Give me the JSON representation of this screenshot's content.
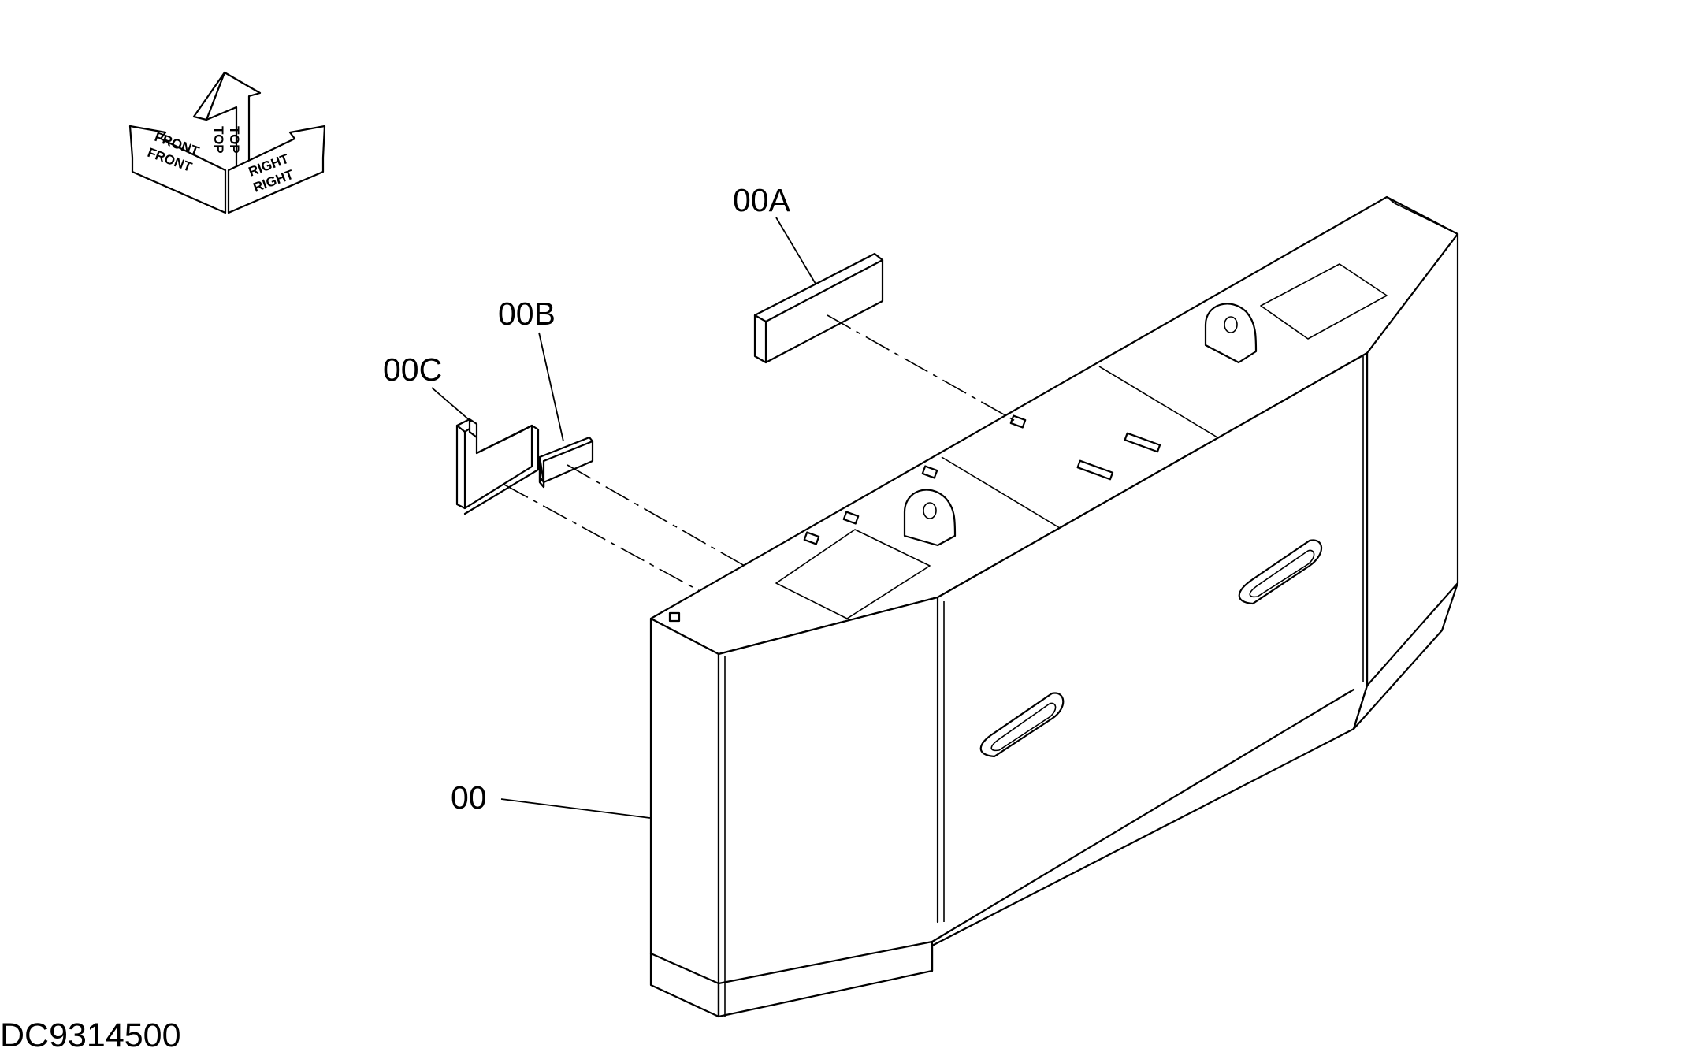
{
  "orientation_indicator": {
    "front_label": "FRONT",
    "top_label": "TOP",
    "right_label": "RIGHT"
  },
  "parts": [
    {
      "id": "00A",
      "label": "00A"
    },
    {
      "id": "00B",
      "label": "00B"
    },
    {
      "id": "00C",
      "label": "00C"
    },
    {
      "id": "00",
      "label": "00"
    }
  ],
  "document_id": "DC9314500"
}
